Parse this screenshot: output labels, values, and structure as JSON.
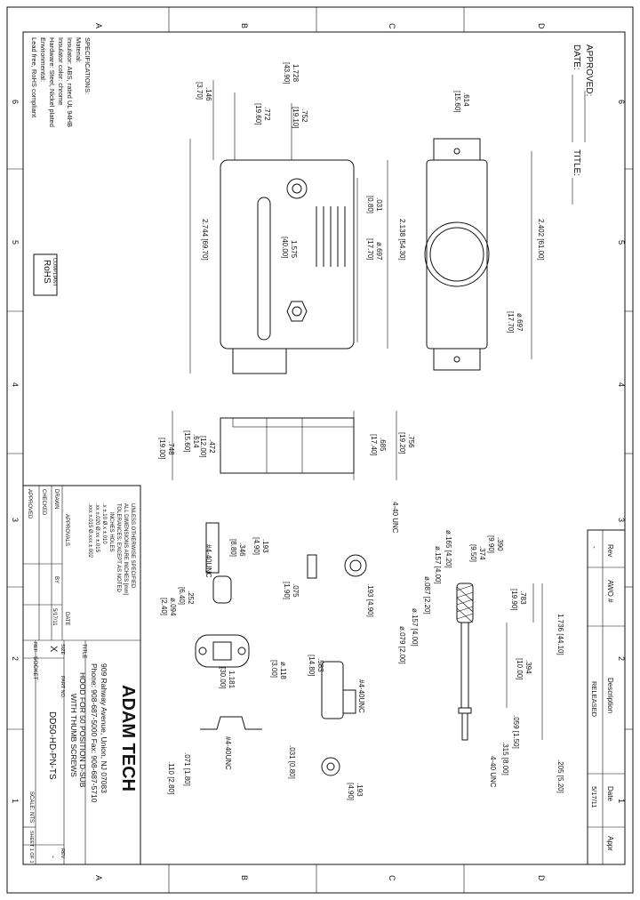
{
  "border": {
    "zone_letters": [
      "A",
      "B",
      "C",
      "D"
    ],
    "zone_numbers": [
      "6",
      "5",
      "4",
      "3",
      "2",
      "1"
    ]
  },
  "approval": {
    "approved": "APPROVED:",
    "date": "DATE:",
    "title": "TITLE:"
  },
  "revision": {
    "headers": [
      "Rev",
      "AWO #",
      "Description",
      "Date",
      "Appr"
    ],
    "row": [
      "-",
      "",
      "RELEASED",
      "5/17/11",
      ""
    ]
  },
  "specs": {
    "lines": [
      "SPECIFICATIONS:",
      "Material:",
      "Insulator: ABS, rated UL 94HB",
      "Insulator color: chrome",
      "Hardware: Steel, Nickel plated",
      "Environmental:",
      "Lead free, RoHS compliant"
    ]
  },
  "rohs": {
    "line1": "RoHS",
    "line2": "COMPLIANT"
  },
  "tolerances": {
    "lines": [
      "UNLESS OTHERWISE SPECIFIED",
      "ALL DIMENSIONS ARE INCHES [mm]",
      "TOLERANCES: EXCEPT AS NOTED",
      "INCHES   HOLES",
      ".x   ±.10   Ø.x   ±.010",
      ".xx   ±.020   Ø.xx   ±.015",
      ".xxx   ±.015   Ø.xxx   ±.002"
    ],
    "approvals": "APPROVALS",
    "by": "BY",
    "date_h": "DATE",
    "drawn": "DRAWN",
    "checked": "CHECKED",
    "approved": "APPROVED",
    "drawn_date": "5/17/11"
  },
  "company": {
    "name": "ADAM TECH",
    "address": "909 Rahway Avenue, Union, NJ 07083",
    "phone": "Phone: 908-687-5000  Fax: 908-687-5710"
  },
  "titleblock": {
    "title_label": "TITLE",
    "title1": "HOOD FOR 50 POSITION D-SUB",
    "title2": "WITH THUMB SCREWS",
    "size_label": "SIZE",
    "size": "X",
    "part_label": "PART NO.",
    "part": "DD50-HD-PN-TS",
    "rev_label": "REV",
    "rev": "-",
    "ref_label": "REF.",
    "ref": "SOCKET",
    "scale": "SCALE: NTS",
    "sheet": "SHEET 1 OF 1"
  },
  "dims": {
    "d146": ".146",
    "d146m": "[3.70]",
    "d1728": "1.728",
    "d1728m": "[43.90]",
    "d752": ".752",
    "d752m": "[19.10]",
    "d772": ".772",
    "d772m": "[19.60]",
    "d031": ".031",
    "d031m": "[0.80]",
    "d697": "ø.697",
    "d697m": "[17.70]",
    "d1575": "1.575",
    "d1575m": "[40.00]",
    "d2138": "2.138 [54.30]",
    "d2744": "2.744 [69.70]",
    "d614": ".614",
    "d614m": "[15.60]",
    "d2402": "2.402 [61.00]",
    "d697b": "ø.697",
    "d697bm": "[17.70]",
    "d756": ".756",
    "d756m": "[19.20]",
    "d685": ".685",
    "d685m": "[17.40]",
    "d472": ".472",
    "d472m": "[12.00]",
    "d614b": ".614",
    "d614bm": "[15.60]",
    "d748": ".748",
    "d748m": "[19.00]",
    "d193": ".193",
    "d193m": "[4.90]",
    "d346": ".346",
    "d346m": "[8.80]",
    "n440a": "#4-40UNC",
    "d075": ".075",
    "d075m": "[1.90]",
    "d193b": ".193 [4.90]",
    "n440b": "4-40 UNC",
    "d252": ".252",
    "d252m": "[6.40]",
    "d094": "ø.094",
    "d094m": "[2.40]",
    "d1181": "1.181",
    "d1181m": "[30.00]",
    "d118": "ø.118",
    "d118m": "[3.00]",
    "d583": ".583",
    "d583m": "[14.80]",
    "n440c": "#4-40UNC",
    "n440d": "#4-40UNC",
    "d071": ".071 [1.80]",
    "d110": ".110 [2.80]",
    "d031b": ".031 [0.80]",
    "d193c": ".193",
    "d193cm": "[4.90]",
    "d390": ".390",
    "d390m": "[9.90]",
    "d374": ".374",
    "d374m": "[9.50]",
    "d165": "ø.165 [4.20]",
    "d157": "ø.157 [4.00]",
    "d087": "ø.087 [2.20]",
    "d157b": "ø.157 [4.00]",
    "d079": "ø.079 [2.00]",
    "d783": ".783",
    "d783m": "[19.90]",
    "d1736": "1.736 [44.10]",
    "d394": ".394",
    "d394m": "[10.00]",
    "d059": ".059 [1.50]",
    "d315": ".315 [8.00]",
    "d205": ".205 [5.20]",
    "n440e": "4-40 UNC"
  }
}
